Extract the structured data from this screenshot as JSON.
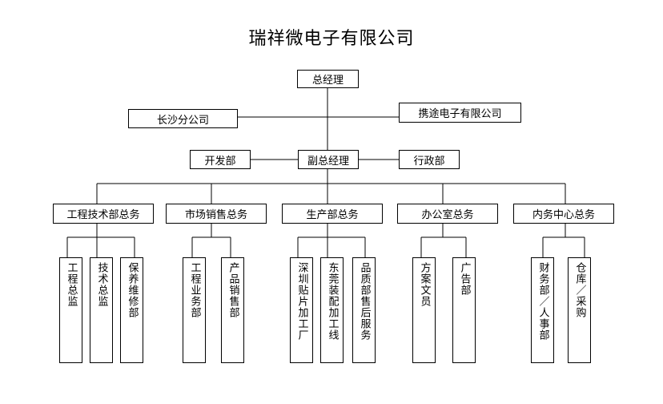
{
  "title": "瑞祥微电子有限公司",
  "top": {
    "general_manager": "总经理",
    "changsha": "长沙分公司",
    "xietu": "携途电子有限公司"
  },
  "middle": {
    "development": "开发部",
    "deputy_manager": "副总经理",
    "administration": "行政部"
  },
  "directors": [
    {
      "label": "工程技术部总务",
      "units": [
        "工程总监",
        "技术总监",
        "保养维修部"
      ]
    },
    {
      "label": "市场销售总务",
      "units": [
        "工程业务部",
        "产品销售部"
      ]
    },
    {
      "label": "生产部总务",
      "units": [
        "深圳贴片加工厂",
        "东莞装配加工线",
        "品质部售后服务"
      ]
    },
    {
      "label": "办公室总务",
      "units": [
        "方案文员",
        "广告部"
      ]
    },
    {
      "label": "内务中心总务",
      "units": [
        "财务部／人事部",
        "仓库／采购"
      ]
    }
  ]
}
